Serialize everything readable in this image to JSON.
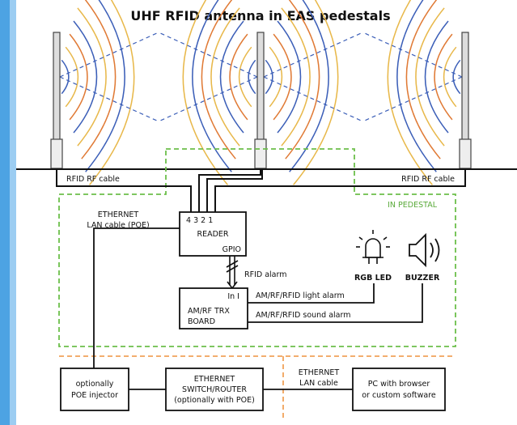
{
  "title": "UHF RFID antenna in EAS pedestals",
  "cable_left": "RFID RF cable",
  "cable_right": "RFID RF cable",
  "zone_label": "IN PEDESTAL",
  "ethernet_lan_poe": [
    "ETHERNET",
    "LAN cable (POE)"
  ],
  "reader": {
    "ports": "4 3 2 1",
    "label": "READER",
    "gpio": "GPIO"
  },
  "rfid_alarm": "RFID alarm",
  "trx_board": {
    "input": "In I",
    "line1": "AM/RF TRX",
    "line2": "BOARD"
  },
  "light_alarm": "AM/RF/RFID light alarm",
  "sound_alarm": "AM/RF/RFID sound alarm",
  "rgb_led": "RGB LED",
  "buzzer": "BUZZER",
  "poe_injector": [
    "optionally",
    "POE injector"
  ],
  "switch": [
    "ETHERNET",
    "SWITCH/ROUTER",
    "(optionally with POE)"
  ],
  "ethernet_lan": [
    "ETHERNET",
    "LAN cable"
  ],
  "pc": [
    "PC with browser",
    "or custom software"
  ],
  "colors": {
    "left_band": "#4da3e3",
    "green_dashed": "#6cbf4a",
    "orange_dashed": "#f0a35a",
    "wave_blue": "#3c5fb8",
    "wave_yellow": "#e8b84a",
    "wave_orange": "#e07a35"
  }
}
